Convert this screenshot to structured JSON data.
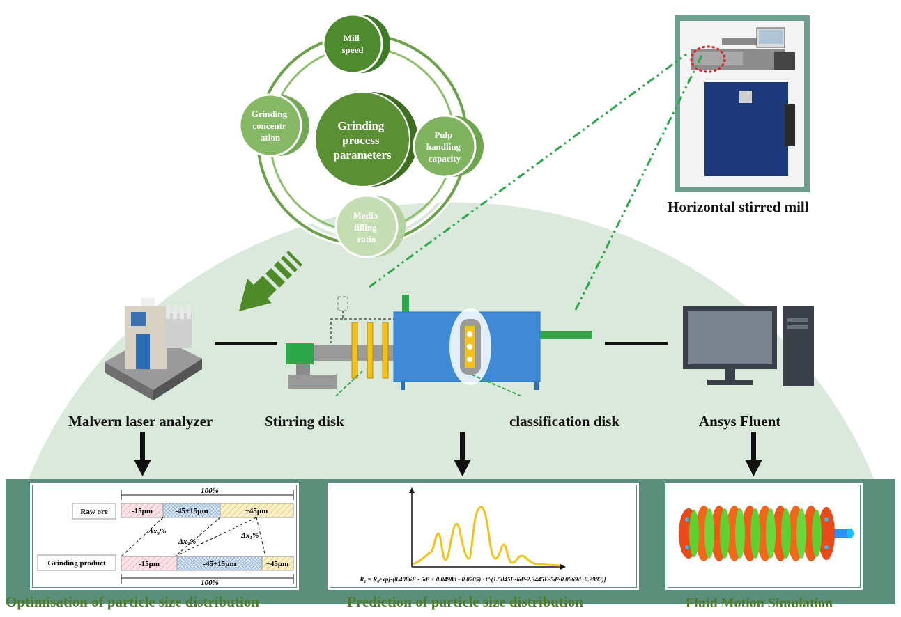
{
  "parameters": {
    "center": [
      "Grinding",
      "process",
      "parameters"
    ],
    "items": [
      {
        "lines": [
          "Mill",
          "speed"
        ]
      },
      {
        "lines": [
          "Pulp",
          "handling",
          "capacity"
        ]
      },
      {
        "lines": [
          "Media",
          "filling",
          "ratio"
        ]
      },
      {
        "lines": [
          "Grinding",
          "concentr",
          "ation"
        ]
      }
    ]
  },
  "labels": {
    "horizontal_mill": "Horizontal stirred mill",
    "malvern": "Malvern laser analyzer",
    "stirring_disk": "Stirring disk",
    "classification_disk": "classification disk",
    "ansys": "Ansys Fluent"
  },
  "panel_left": {
    "top_percent": "100%",
    "bottom_percent": "100%",
    "raw_ore_label": "Raw ore",
    "grinding_product_label": "Grinding product",
    "raw_segments": [
      "-15μm",
      "-45+15μm",
      "+45μm"
    ],
    "product_segments": [
      "-15μm",
      "-45+15μm",
      "+45μm"
    ],
    "deltas": [
      "Δx₃%",
      "Δx₂%",
      "Δx₁%"
    ]
  },
  "panel_middle": {
    "formula": "R₁ = R₀exp[-(8.4086E - 5d² + 0.0498d - 0.0705) · t^(1.5045E-6d³-2.3445E-5d²-0.0069d+0.2983)]"
  },
  "captions": {
    "left": "Optimisation of particle size distribution",
    "middle": "Prediction of particle size distribution",
    "right": "Fluid Motion Simulation"
  },
  "colors": {
    "dome": "#dbe9dc",
    "panel": "#5a8f7c",
    "caption": "#4f7a2c",
    "curve": "#f2c21a",
    "mill_body": "#3f8ad6"
  }
}
